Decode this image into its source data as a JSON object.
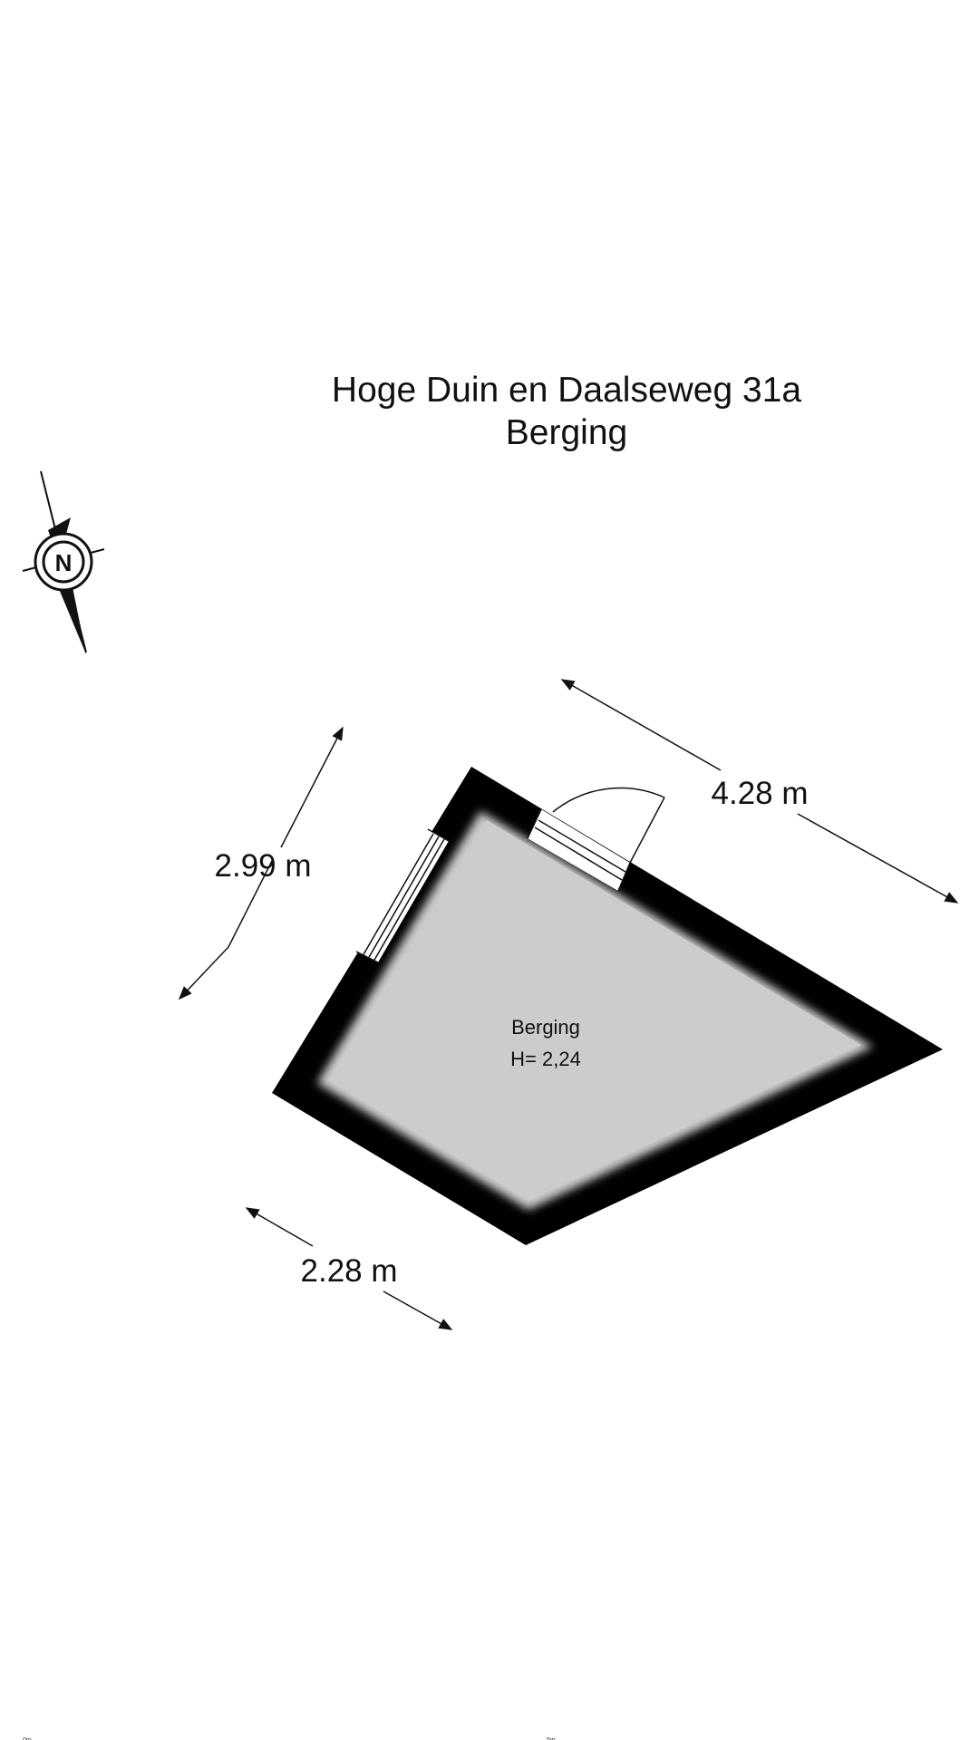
{
  "header": {
    "address": "Hoge Duin en Daalseweg 31a",
    "floor_name": "Berging"
  },
  "room": {
    "name": "Berging",
    "height_label": "H= 2,24"
  },
  "dimensions": {
    "left_wall": "2.99 m",
    "top_wall": "4.28 m",
    "bottom_wall": "2.28 m"
  },
  "compass": {
    "letter": "N",
    "icon": "compass-north-icon"
  },
  "scale_bar": {
    "start_label": "0m",
    "end_label": "5m"
  },
  "colors": {
    "wall": "#000000",
    "floor": "#cccccc",
    "background": "#ffffff"
  }
}
